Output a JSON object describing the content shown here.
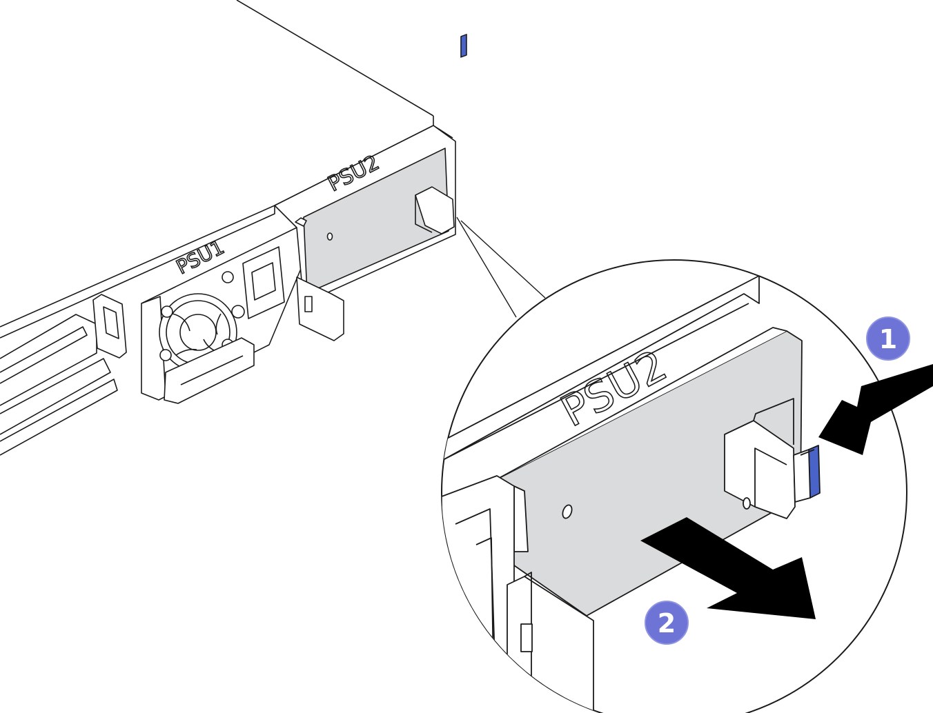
{
  "labels": {
    "psu1": "PSU1",
    "psu2": "PSU2",
    "psu2_zoom": "PSU2"
  },
  "steps": [
    {
      "number": "1"
    },
    {
      "number": "2"
    }
  ],
  "colors": {
    "callout_blue": "#6e74d6",
    "latch_blue": "#4a63c9",
    "panel_gray": "#dadbdc",
    "arrow_black": "#000000",
    "line": "#1a1a1a"
  }
}
